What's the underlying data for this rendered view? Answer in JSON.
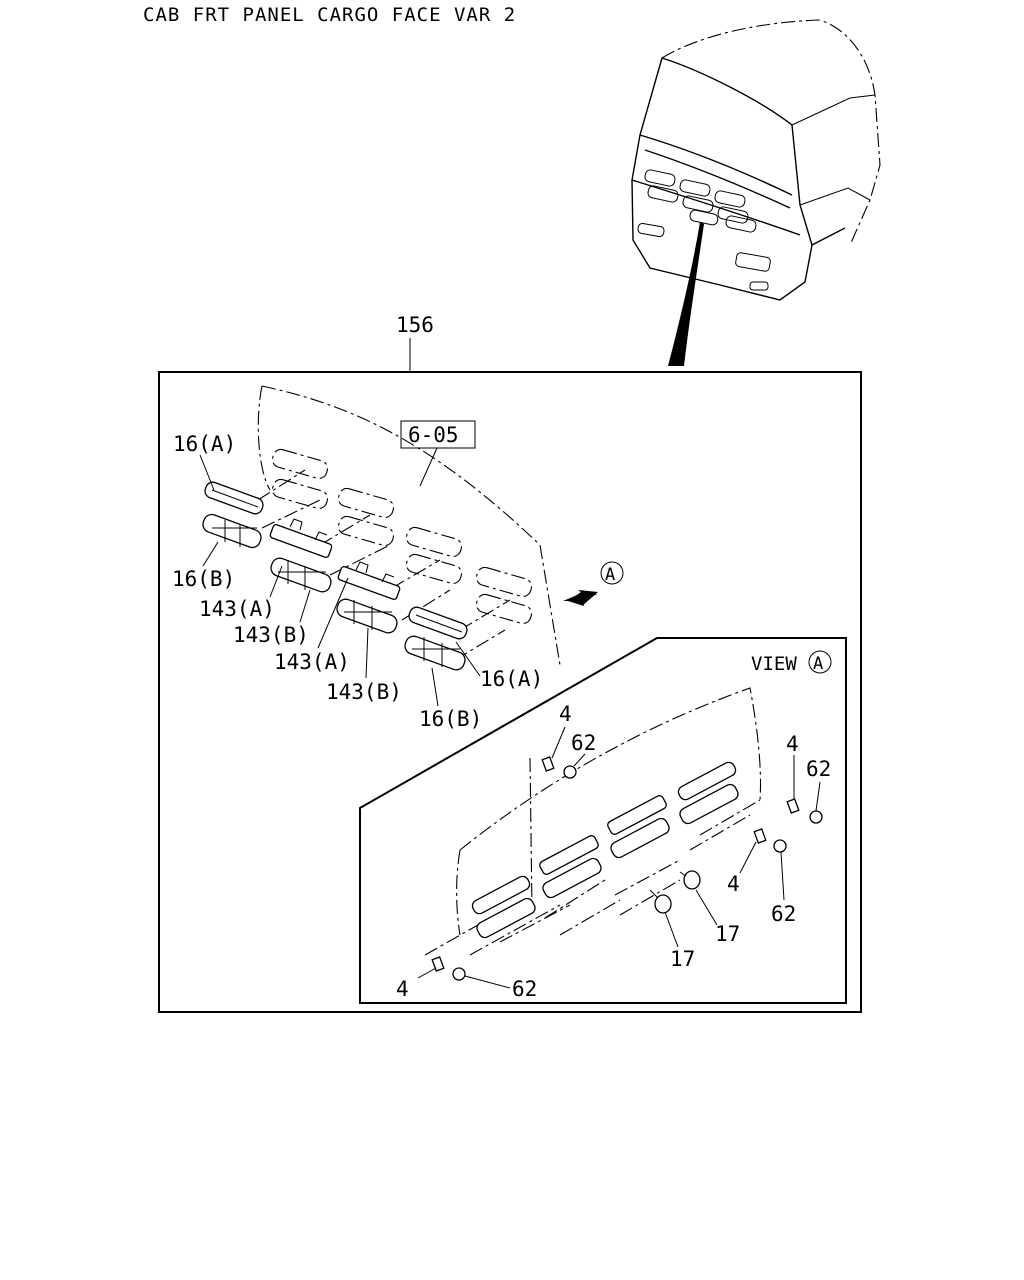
{
  "header": {
    "title": "CAB FRT PANEL CARGO FACE VAR 2"
  },
  "callouts": {
    "assembly": "156",
    "ref_box": "6-05",
    "view_marker": "A",
    "view_label": "VIEW",
    "upper_16a_left": "16(A)",
    "upper_16b_left": "16(B)",
    "upper_143a_1": "143(A)",
    "upper_143b_1": "143(B)",
    "upper_143a_2": "143(A)",
    "upper_143b_2": "143(B)",
    "upper_16a_right": "16(A)",
    "upper_16b_right": "16(B)",
    "view_4_top": "4",
    "view_62_top": "62",
    "view_4_right": "4",
    "view_62_right": "62",
    "view_4_mid": "4",
    "view_62_mid": "62",
    "view_17_a": "17",
    "view_17_b": "17",
    "view_4_bottom": "4",
    "view_62_bottom": "62"
  }
}
